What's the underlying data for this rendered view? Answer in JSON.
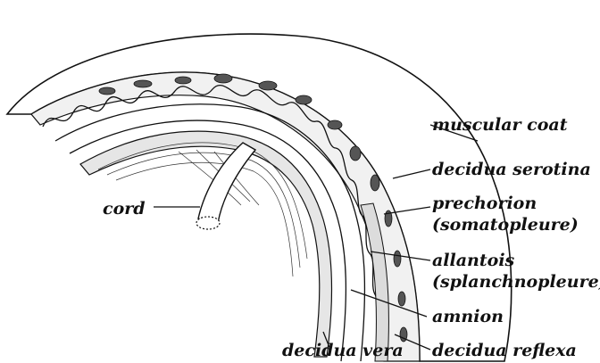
{
  "labels": {
    "muscular_coat": "muscular coat",
    "decidua_serotina": "decidua serotina",
    "prechorion": "prechorion",
    "somatopleure": "(somatopleure)",
    "allantois": "allantois",
    "splanchnopleure": "(splanchnopleure)",
    "amnion": "amnion",
    "cord": "cord",
    "decidua_vera": "decidua vera",
    "decidua_reflexa": "decidua reflexa"
  },
  "colors": {
    "ink": "#111111",
    "paper": "#ffffff"
  }
}
